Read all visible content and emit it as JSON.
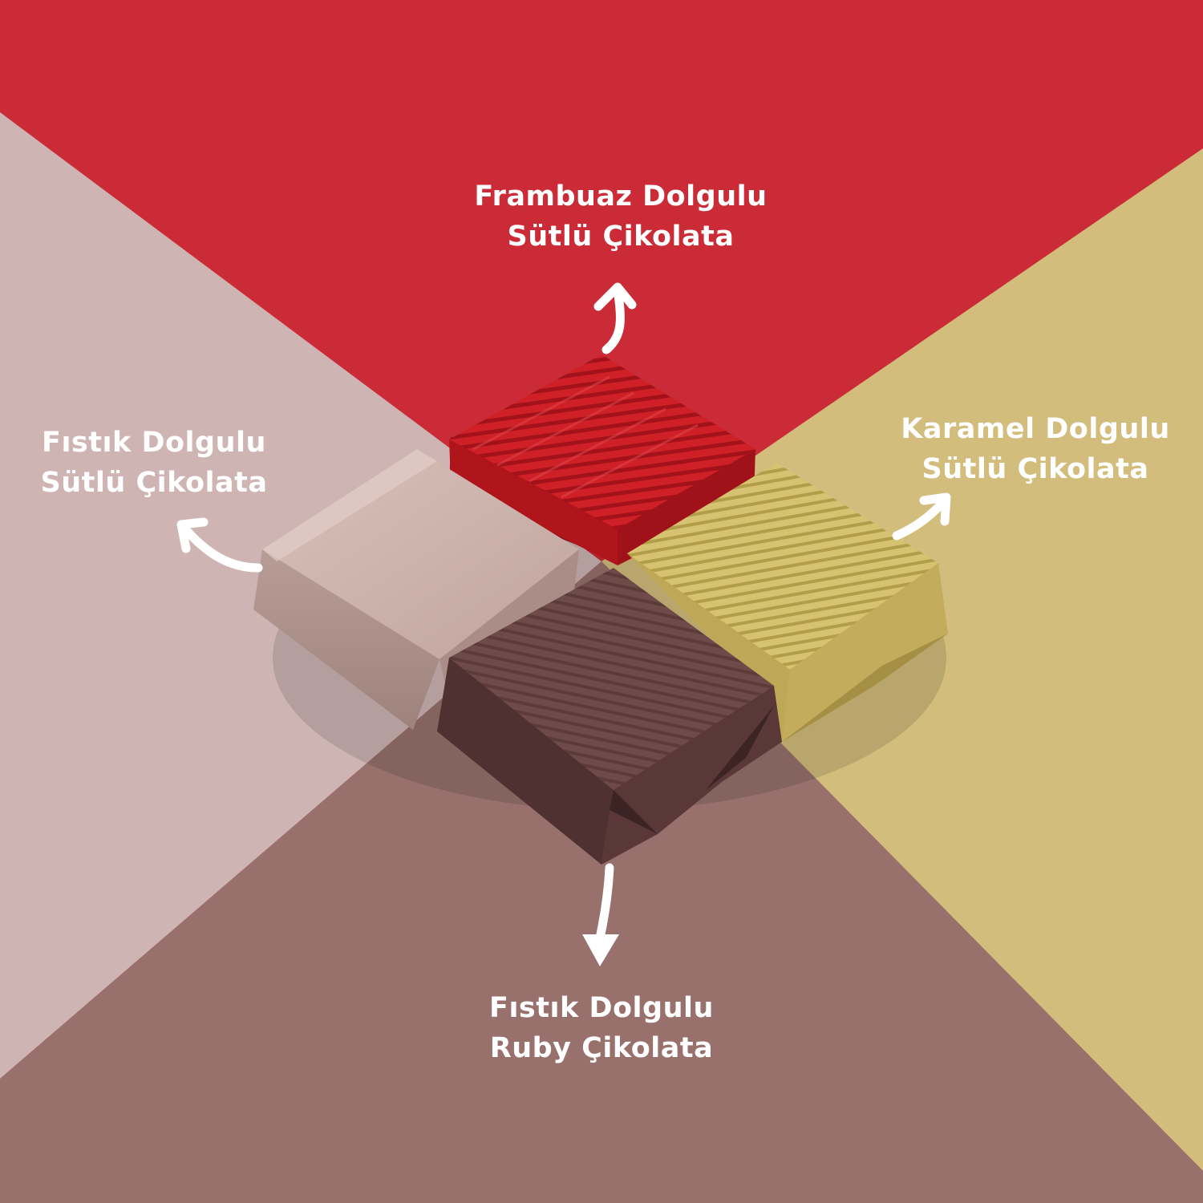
{
  "colors": {
    "top_red": "#ca2b37",
    "left_rose": "#cfb4b4",
    "right_gold": "#d2bd7c",
    "bottom_mauve": "#98716d",
    "text": "#ffffff"
  },
  "labels": {
    "top": {
      "line1": "Frambuaz Dolgulu",
      "line2": "Sütlü Çikolata"
    },
    "left": {
      "line1": "Fıstık Dolgulu",
      "line2": "Sütlü Çikolata"
    },
    "right": {
      "line1": "Karamel Dolgulu",
      "line2": "Sütlü Çikolata"
    },
    "bottom": {
      "line1": "Fıstık Dolgulu",
      "line2": "Ruby Çikolata"
    }
  },
  "chocolates": [
    {
      "name": "red-foil-chocolate",
      "wrapper": "red foil"
    },
    {
      "name": "rose-gold-chocolate",
      "wrapper": "rose gold foil"
    },
    {
      "name": "gold-foil-chocolate",
      "wrapper": "gold foil"
    },
    {
      "name": "brown-foil-chocolate",
      "wrapper": "brown foil"
    }
  ],
  "icons": [
    "arrow-up-icon",
    "arrow-left-icon",
    "arrow-right-icon",
    "arrow-down-icon"
  ]
}
